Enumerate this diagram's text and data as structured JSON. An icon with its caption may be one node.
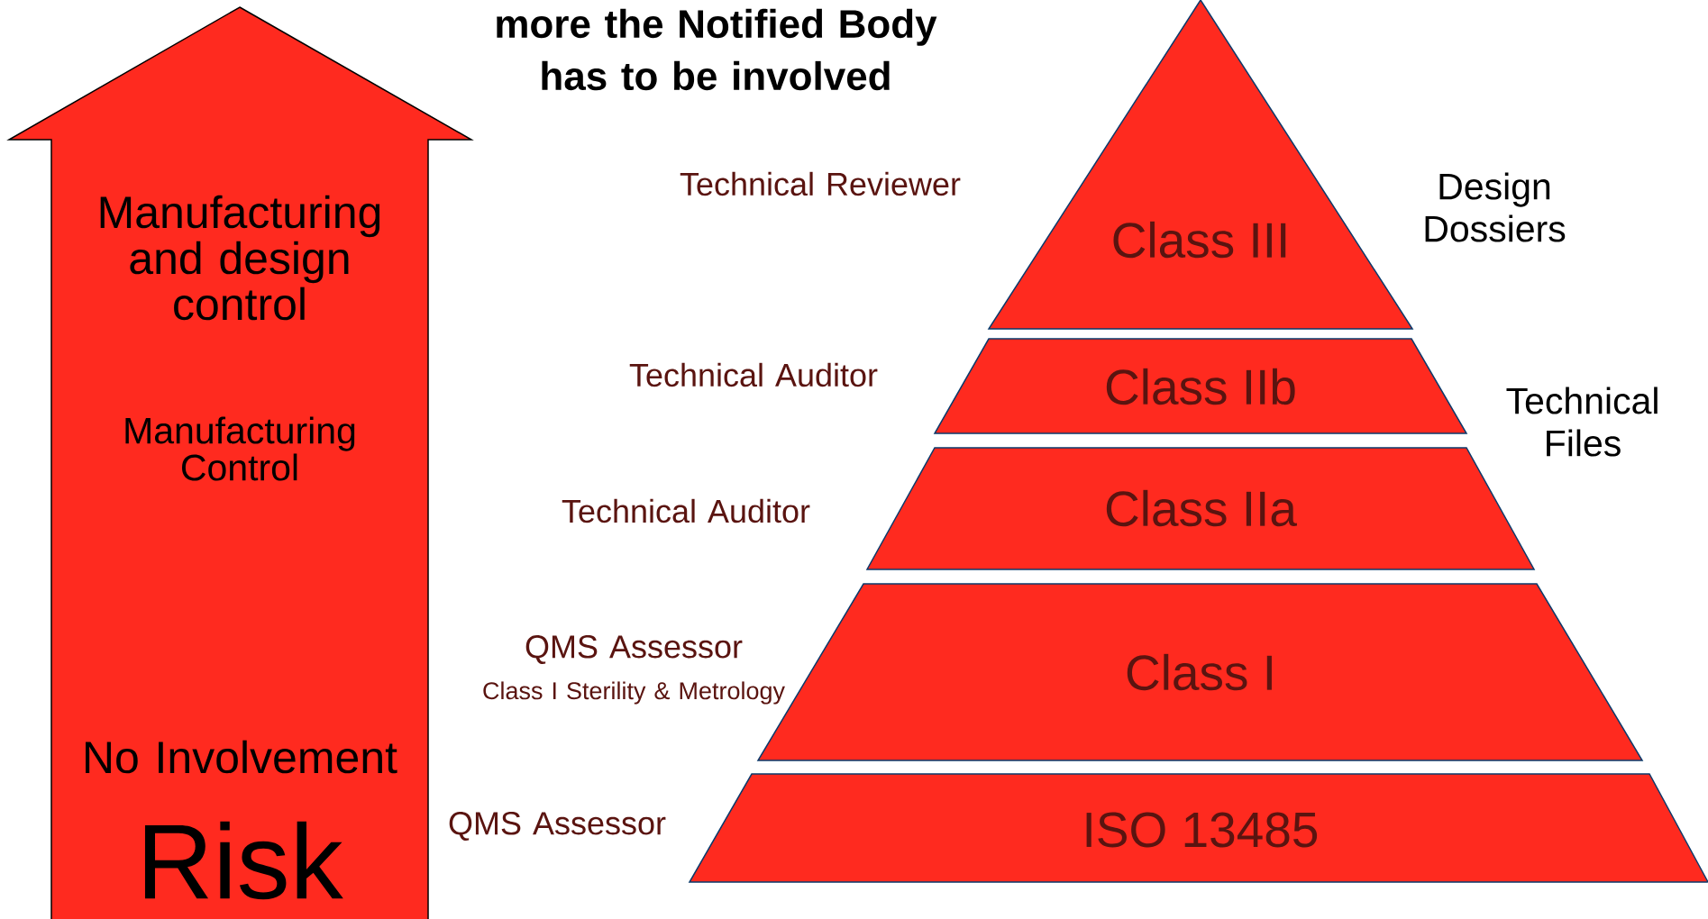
{
  "diagram": {
    "title": "more the Notified Body has to be involved",
    "nodes": [
      {
        "text": [
          "Manufacturing and design control",
          "Manufacturing Control",
          "No Involvement",
          "Risk"
        ]
      },
      {
        "text": [
          "Class III"
        ]
      },
      {
        "text": [
          "Class IIb"
        ]
      },
      {
        "text": [
          "Class IIa"
        ]
      },
      {
        "text": [
          "Class I"
        ]
      },
      {
        "text": [
          "ISO 13485"
        ]
      }
    ],
    "labels": [
      "Technical Reviewer",
      "Design Dossiers",
      "Technical Auditor",
      "Technical Files",
      "Technical Auditor",
      "QMS Assessor",
      "Class I Sterility & Metrology",
      "QMS Assessor"
    ]
  }
}
